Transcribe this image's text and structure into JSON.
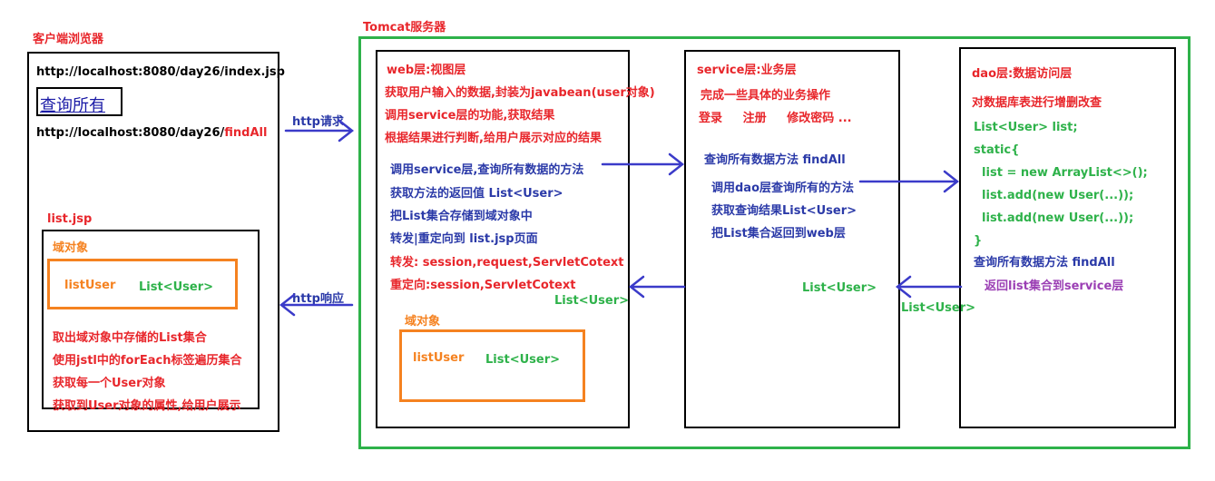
{
  "browser": {
    "title": "客户端浏览器",
    "url1": "http://localhost:8080/day26/index.jsp",
    "link": "查询所有",
    "url2_prefix": "http://localhost:8080/day26/",
    "url2_suffix": "findAll",
    "jsp_title": "list.jsp",
    "scope_title": "域对象",
    "list_user": "listUser",
    "list_type": "List<User>",
    "lines": [
      "取出域对象中存储的List集合",
      "使用jstl中的forEach标签遍历集合",
      "获取每一个User对象",
      "获取到User对象的属性,给用户展示"
    ]
  },
  "server": {
    "title": "Tomcat服务器"
  },
  "http": {
    "request": "http请求",
    "response": "http响应"
  },
  "web": {
    "title": "web层:视图层",
    "red_lines": [
      "获取用户输入的数据,封装为javabean(user对象)",
      "调用service层的功能,获取结果",
      "根据结果进行判断,给用户展示对应的结果"
    ],
    "blue_lines": [
      "调用service层,查询所有数据的方法",
      "获取方法的返回值 List<User>",
      "把List集合存储到域对象中",
      "转发|重定向到 list.jsp页面"
    ],
    "forward": "转发: session,request,ServletCotext",
    "redirect": "重定向:session,ServletCotext",
    "list_type": "List<User>",
    "scope_title": "域对象",
    "list_user": "listUser",
    "scope_type": "List<User>"
  },
  "service": {
    "title": "service层:业务层",
    "desc": "完成一些具体的业务操作",
    "ops": "登录     注册     修改密码 ...",
    "method": "查询所有数据方法 findAll",
    "blue_lines": [
      "调用dao层查询所有的方法",
      "获取查询结果List<User>",
      "把List集合返回到web层"
    ],
    "list_type": "List<User>"
  },
  "between": {
    "list_type": "List<User>"
  },
  "dao": {
    "title": "dao层:数据访问层",
    "desc": "对数据库表进行增删改查",
    "code": [
      "List<User> list;",
      "static{",
      "  list = new ArrayList<>();",
      "  list.add(new User(...));",
      "  list.add(new User(...));",
      "}"
    ],
    "method": "查询所有数据方法 findAll",
    "return": "返回list集合到service层"
  },
  "colors": {
    "red": "#e8262b",
    "blue": "#2b3aa8",
    "green": "#2eb24a",
    "orange": "#f58220",
    "purple": "#9b3fb4",
    "arrow": "#3b3bc9"
  }
}
